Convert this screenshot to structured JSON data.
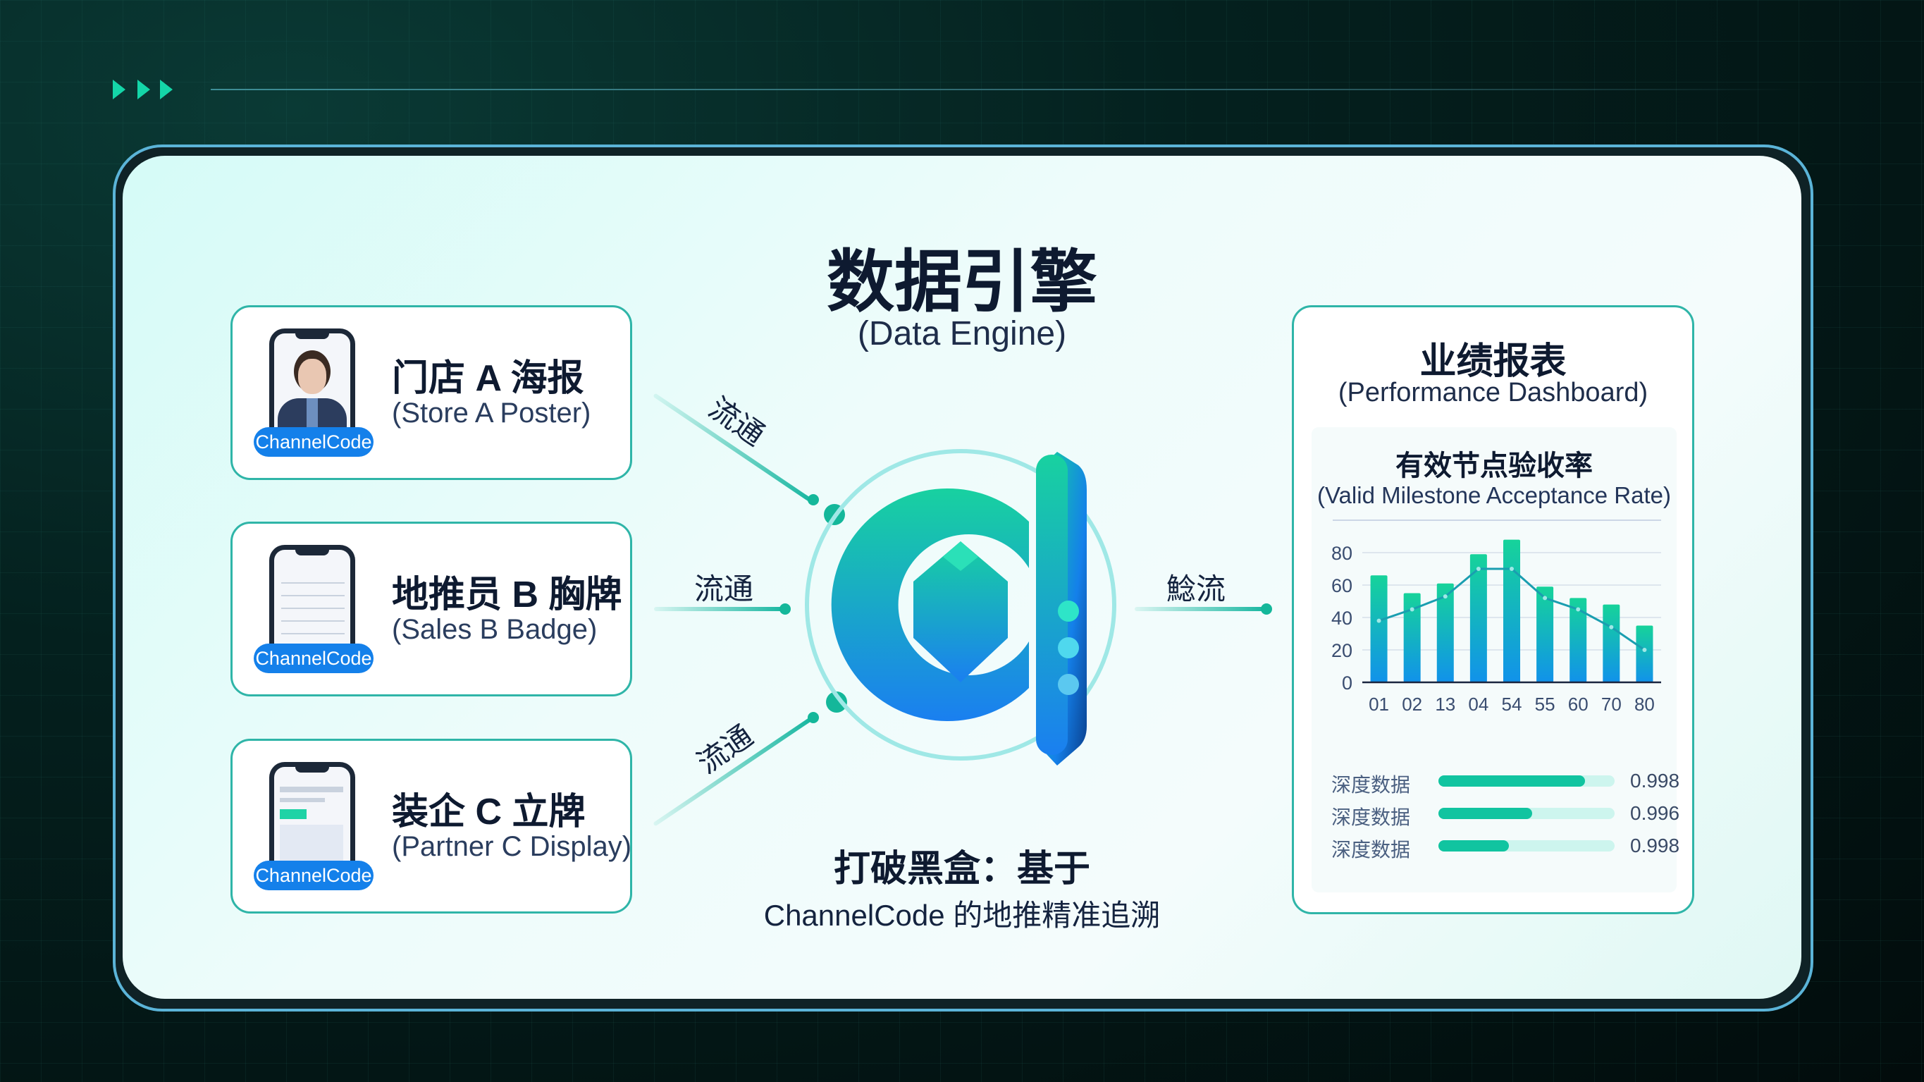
{
  "header": {
    "title": "数据引擎",
    "subtitle": "(Data Engine)"
  },
  "sources": [
    {
      "title": "门店 A 海报",
      "subtitle": "(Store A Poster)",
      "badge": "ChannelCode",
      "flow_label": "流通"
    },
    {
      "title": "地推员 B 胸牌",
      "subtitle": "(Sales B Badge)",
      "badge": "ChannelCode",
      "flow_label": "流通"
    },
    {
      "title": "装企 C 立牌",
      "subtitle": "(Partner C Display)",
      "badge": "ChannelCode",
      "flow_label": "流通"
    }
  ],
  "output_flow_label": "鯰流",
  "footer": {
    "line1": "打破黑盒：基于",
    "line2": "ChannelCode 的地推精准追溯"
  },
  "dashboard": {
    "title": "业绩报表",
    "subtitle": "(Performance Dashboard)",
    "metrics": [
      {
        "label": "深度数据",
        "value": "0.998",
        "fill": 0.83
      },
      {
        "label": "深度数据",
        "value": "0.996",
        "fill": 0.53
      },
      {
        "label": "深度数据",
        "value": "0.998",
        "fill": 0.4
      }
    ]
  },
  "colors": {
    "accent": "#14d6a8",
    "badge": "#1480ea",
    "border": "#2fb5a8"
  },
  "chart_data": {
    "type": "bar",
    "title": "有效节点验收率",
    "subtitle": "(Valid Milestone Acceptance Rate)",
    "categories": [
      "01",
      "02",
      "13",
      "04",
      "54",
      "55",
      "60",
      "70",
      "80"
    ],
    "series": [
      {
        "name": "bars",
        "type": "bar",
        "values": [
          66,
          55,
          61,
          79,
          88,
          59,
          52,
          48,
          35
        ]
      },
      {
        "name": "trend",
        "type": "line",
        "values": [
          38,
          45,
          53,
          70,
          70,
          52,
          45,
          34,
          20
        ]
      }
    ],
    "yticks": [
      "0",
      "20",
      "40",
      "60",
      "80"
    ],
    "ylim": [
      0,
      90
    ]
  }
}
